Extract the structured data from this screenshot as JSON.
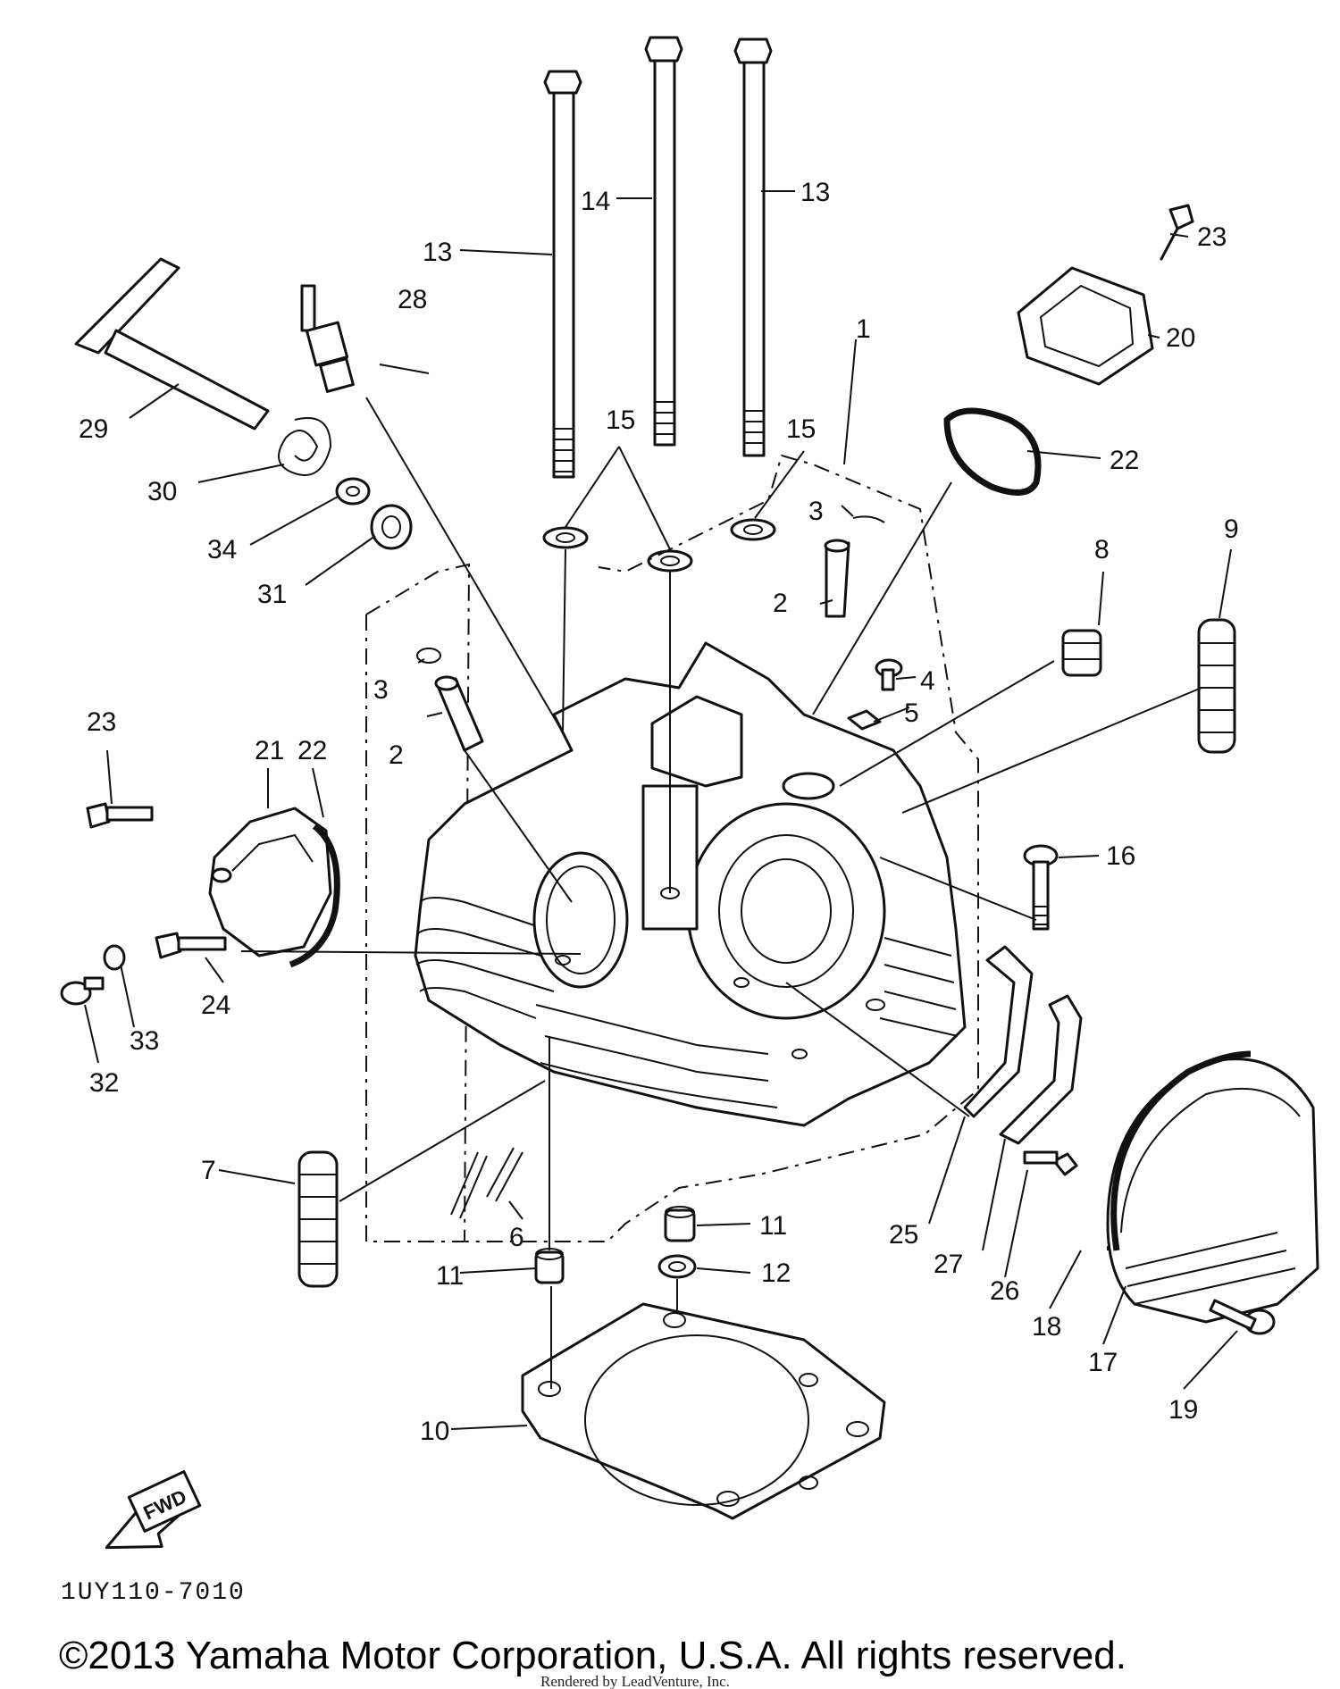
{
  "labels": {
    "p1": "1",
    "p2a": "2",
    "p2b": "2",
    "p3a": "3",
    "p3b": "3",
    "p4": "4",
    "p5": "5",
    "p6": "6",
    "p7": "7",
    "p8": "8",
    "p9": "9",
    "p10": "10",
    "p11a": "11",
    "p11b": "11",
    "p12": "12",
    "p13a": "13",
    "p13b": "13",
    "p14": "14",
    "p15a": "15",
    "p15b": "15",
    "p16": "16",
    "p17": "17",
    "p18": "18",
    "p19": "19",
    "p20": "20",
    "p21": "21",
    "p22a": "22",
    "p22b": "22",
    "p23a": "23",
    "p23b": "23",
    "p24": "24",
    "p25": "25",
    "p26": "26",
    "p27": "27",
    "p28": "28",
    "p29": "29",
    "p30": "30",
    "p31": "31",
    "p32": "32",
    "p33": "33",
    "p34": "34"
  },
  "fwd_arrow": "FWD",
  "diagram_code": "1UY110-7010",
  "copyright": "©2013 Yamaha Motor Corporation, U.S.A. All rights reserved.",
  "rendered_by": "Rendered by LeadVenture, Inc."
}
